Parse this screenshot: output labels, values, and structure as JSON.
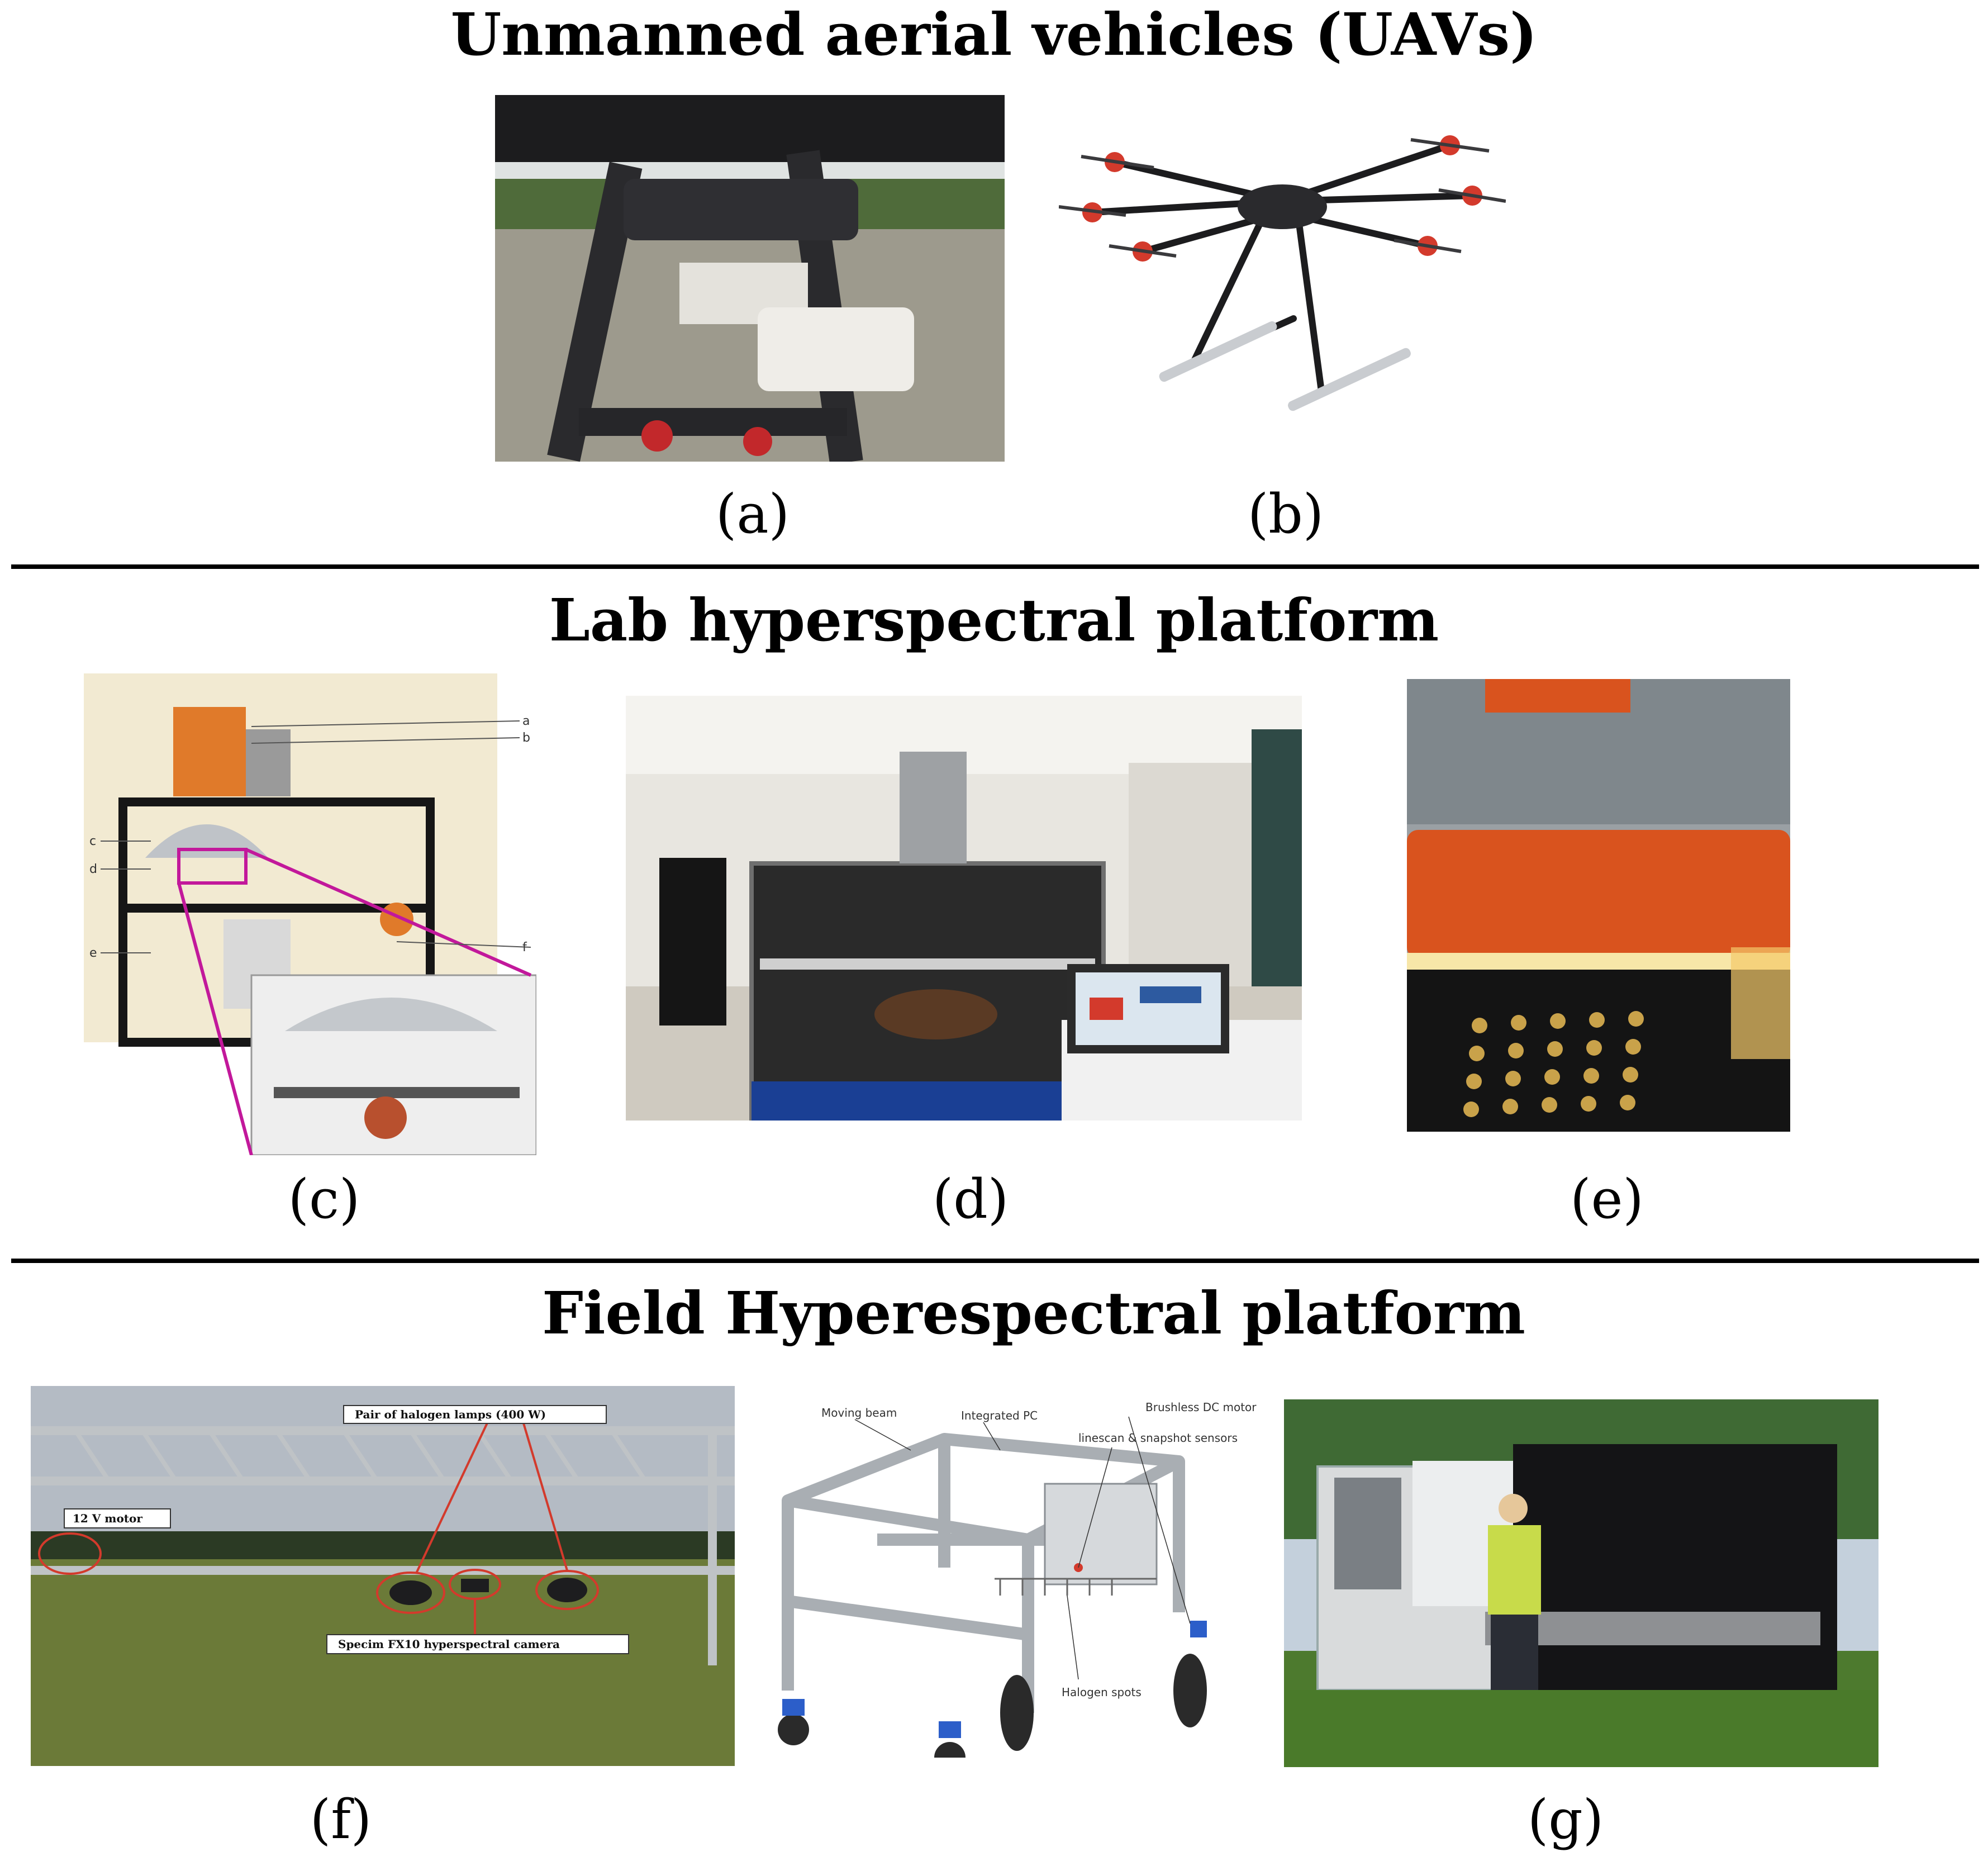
{
  "sections": {
    "uav": {
      "title": "Unmanned aerial vehicles (UAVs)"
    },
    "lab": {
      "title": "Lab hyperspectral platform"
    },
    "field": {
      "title": "Field Hyperespectral platform"
    }
  },
  "panels": {
    "a": "(a)",
    "b": "(b)",
    "c": "(c)",
    "d": "(d)",
    "e": "(e)",
    "f": "(f)",
    "g": "(g)"
  },
  "panel_c_callouts": [
    "a",
    "b",
    "c",
    "d",
    "e",
    "f"
  ],
  "panel_f_annotations": {
    "lamps": "Pair of halogen lamps (400 W)",
    "motor": "12 V motor",
    "camera": "Specim FX10 hyperspectral camera"
  },
  "panel_g_diagram_labels": {
    "moving_beam": "Moving beam",
    "integrated_pc": "Integrated PC",
    "brushless_motor": "Brushless DC motor",
    "sensors": "linescan & snapshot sensors",
    "halogen_spots": "Halogen spots"
  },
  "colors": {
    "accent_orange": "#d9531e",
    "magenta_zoom": "#c2189b",
    "annotation_red": "#d33a2c"
  }
}
